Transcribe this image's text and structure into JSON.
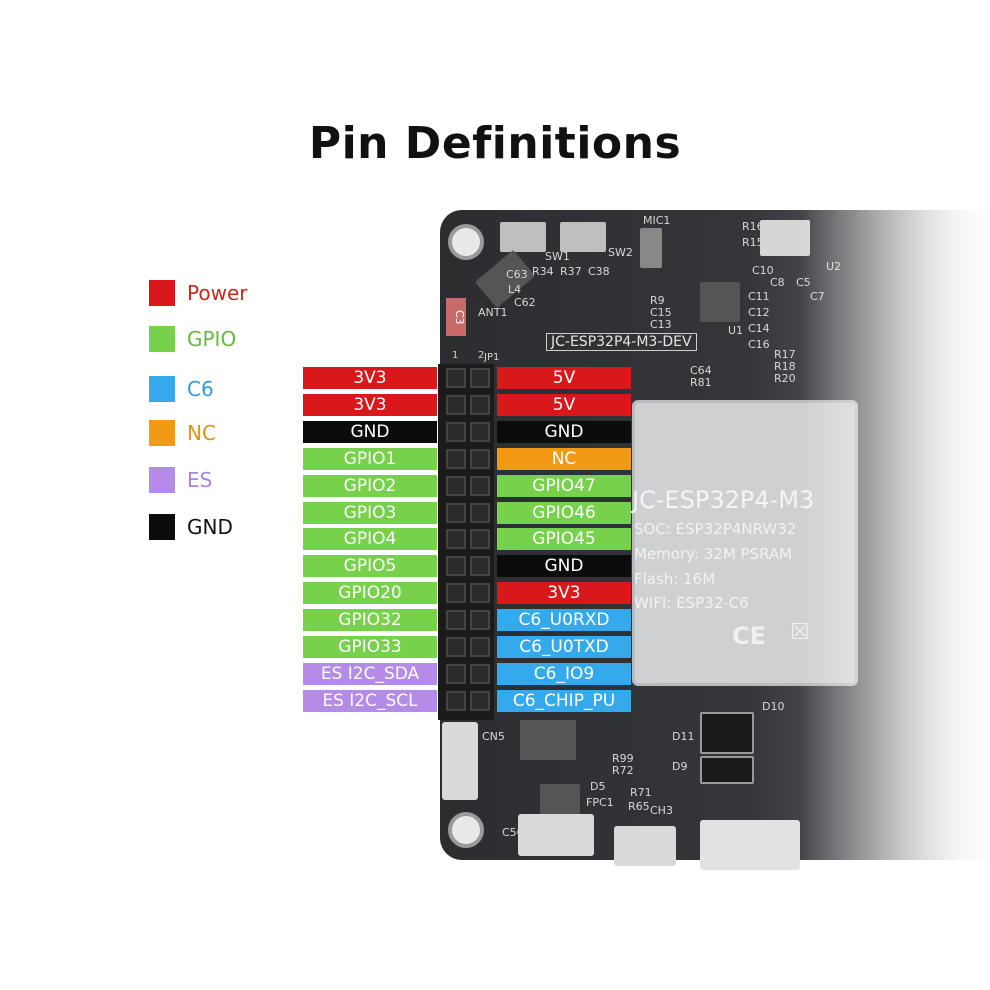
{
  "title": "Pin Definitions",
  "colors": {
    "power": "#d8181b",
    "gpio": "#77d14a",
    "c6": "#34a9ec",
    "nc": "#f39a14",
    "es": "#b48be6",
    "gnd": "#0c0c0c"
  },
  "legend": [
    {
      "label": "Power",
      "color": "#d8181b",
      "text_color": "#c8281f"
    },
    {
      "label": "GPIO",
      "color": "#77d14a",
      "text_color": "#66b93b"
    },
    {
      "label": "C6",
      "color": "#34a9ec",
      "text_color": "#3598d6"
    },
    {
      "label": "NC",
      "color": "#f39a14",
      "text_color": "#e88f18"
    },
    {
      "label": "ES",
      "color": "#b48be6",
      "text_color": "#a986d8"
    },
    {
      "label": "GND",
      "color": "#0c0c0c",
      "text_color": "#111111"
    }
  ],
  "board": {
    "name": "JC-ESP32P4-M3-DEV",
    "header_label": "JP1",
    "header_pin_1": "1",
    "header_pin_2": "2",
    "silk": [
      "MIC1",
      "SW1",
      "SW2",
      "R34",
      "R37",
      "C38",
      "C63",
      "L4",
      "C62",
      "ANT1",
      "R16",
      "R15",
      "C10",
      "C8",
      "C5",
      "C11",
      "C12",
      "C14",
      "C16",
      "R17",
      "R18",
      "R20",
      "R9",
      "C15",
      "C13",
      "C64",
      "R81",
      "C7",
      "U2",
      "U1",
      "C3"
    ],
    "lower_silk": [
      "CN5",
      "D11",
      "D9",
      "D10",
      "R99",
      "R72",
      "FPC1",
      "CH3",
      "R65",
      "R71",
      "D5",
      "C50"
    ]
  },
  "module": {
    "title": "JC-ESP32P4-M3",
    "lines": [
      "SOC:  ESP32P4NRW32",
      "Memory:  32M PSRAM",
      "Flash:  16M",
      "WIFI:  ESP32-C6"
    ],
    "ce_mark": "CE"
  },
  "pins": {
    "left": [
      {
        "label": "3V3",
        "type": "power"
      },
      {
        "label": "3V3",
        "type": "power"
      },
      {
        "label": "GND",
        "type": "gnd"
      },
      {
        "label": "GPIO1",
        "type": "gpio"
      },
      {
        "label": "GPIO2",
        "type": "gpio"
      },
      {
        "label": "GPIO3",
        "type": "gpio"
      },
      {
        "label": "GPIO4",
        "type": "gpio"
      },
      {
        "label": "GPIO5",
        "type": "gpio"
      },
      {
        "label": "GPIO20",
        "type": "gpio"
      },
      {
        "label": "GPIO32",
        "type": "gpio"
      },
      {
        "label": "GPIO33",
        "type": "gpio"
      },
      {
        "label": "ES I2C_SDA",
        "type": "es"
      },
      {
        "label": "ES I2C_SCL",
        "type": "es"
      }
    ],
    "right": [
      {
        "label": "5V",
        "type": "power"
      },
      {
        "label": "5V",
        "type": "power"
      },
      {
        "label": "GND",
        "type": "gnd"
      },
      {
        "label": "NC",
        "type": "nc"
      },
      {
        "label": "GPIO47",
        "type": "gpio"
      },
      {
        "label": "GPIO46",
        "type": "gpio"
      },
      {
        "label": "GPIO45",
        "type": "gpio"
      },
      {
        "label": "GND",
        "type": "gnd"
      },
      {
        "label": "3V3",
        "type": "power"
      },
      {
        "label": "C6_U0RXD",
        "type": "c6"
      },
      {
        "label": "C6_U0TXD",
        "type": "c6"
      },
      {
        "label": "C6_IO9",
        "type": "c6"
      },
      {
        "label": "C6_CHIP_PU",
        "type": "c6"
      }
    ]
  }
}
